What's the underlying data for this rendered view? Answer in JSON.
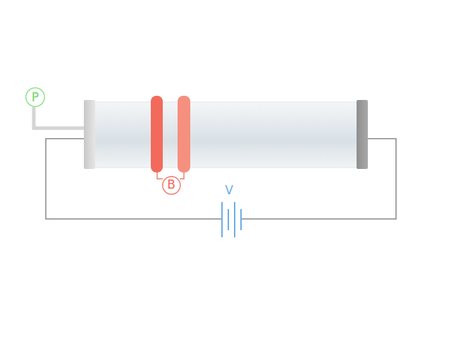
{
  "diagram": {
    "nodes": [
      {
        "text": [
          "P"
        ]
      },
      {
        "text": [
          "B"
        ]
      }
    ],
    "labels": [
      "V"
    ]
  }
}
